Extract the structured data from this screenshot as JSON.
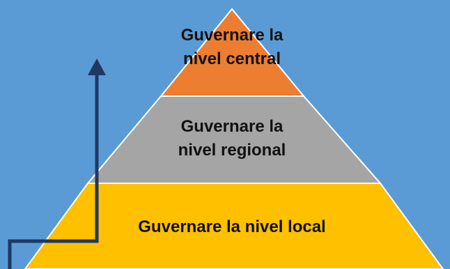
{
  "colors": {
    "background": "#5b9bd5",
    "central": "#ed7d31",
    "regional": "#a5a5a5",
    "local": "#ffc000",
    "border": "#ffffff",
    "arrow": "#1f3864"
  },
  "tiers": {
    "central": {
      "line1": "Guvernare la",
      "line2": "nivel central"
    },
    "regional": {
      "line1": "Guvernare la",
      "line2": "nivel regional"
    },
    "local": {
      "line1": "Guvernare la nivel local"
    }
  }
}
